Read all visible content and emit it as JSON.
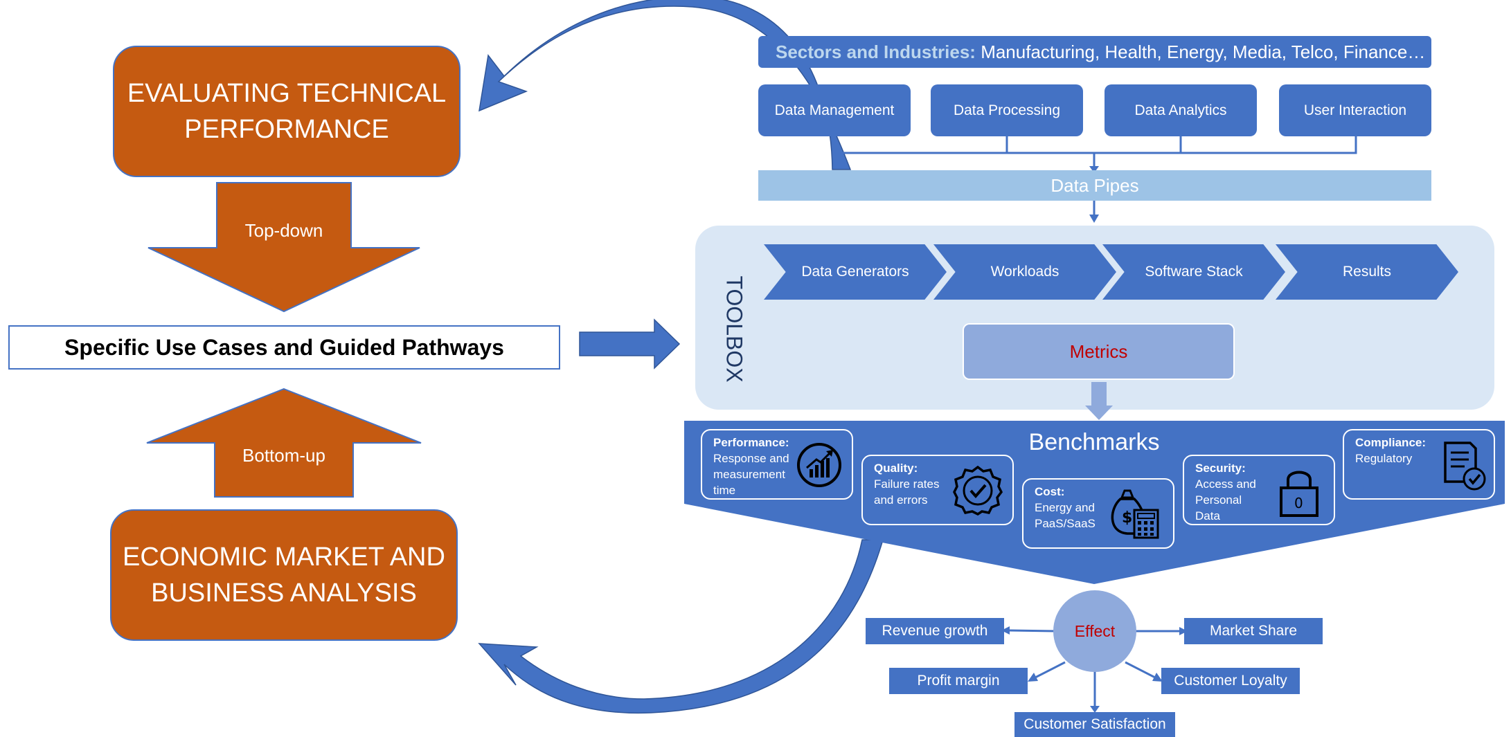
{
  "left": {
    "top_box": "EVALUATING TECHNICAL\nPERFORMANCE",
    "top_arrow_label": "Top-down",
    "center_label": "Specific Use Cases and Guided Pathways",
    "bottom_arrow_label": "Bottom-up",
    "bottom_box": "ECONOMIC MARKET AND\nBUSINESS ANALYSIS"
  },
  "sectors": {
    "prefix": "Sectors and Industries:",
    "list": " Manufacturing, Health, Energy, Media, Telco, Finance…"
  },
  "layers": [
    "Data Management",
    "Data Processing",
    "Data Analytics",
    "User Interaction"
  ],
  "data_pipes": "Data Pipes",
  "toolbox": {
    "label": "TOOLBOX",
    "stages": [
      "Data Generators",
      "Workloads",
      "Software Stack",
      "Results"
    ],
    "metrics": "Metrics"
  },
  "benchmarks": {
    "title": "Benchmarks",
    "cards": [
      {
        "title": "Performance:",
        "text": "Response and\nmeasurement\ntime",
        "icon": "growth-chart-icon"
      },
      {
        "title": "Quality:",
        "text": "Failure rates\nand errors",
        "icon": "quality-badge-icon"
      },
      {
        "title": "Cost:",
        "text": "Energy and\nPaaS/SaaS",
        "icon": "money-bag-calculator-icon"
      },
      {
        "title": "Security:",
        "text": "Access and\nPersonal\nData",
        "icon": "padlock-icon"
      },
      {
        "title": "Compliance:",
        "text": "Regulatory",
        "icon": "document-check-icon"
      }
    ]
  },
  "effect": {
    "center": "Effect",
    "items": [
      "Revenue growth",
      "Market Share",
      "Profit margin",
      "Customer Loyalty",
      "Customer Satisfaction"
    ]
  },
  "colors": {
    "orange": "#c55a11",
    "blue": "#4472c4",
    "light_blue": "#9dc3e6",
    "toolbox_bg": "#dae7f5",
    "metrics_bg": "#8faadc",
    "red_text": "#c00000"
  }
}
